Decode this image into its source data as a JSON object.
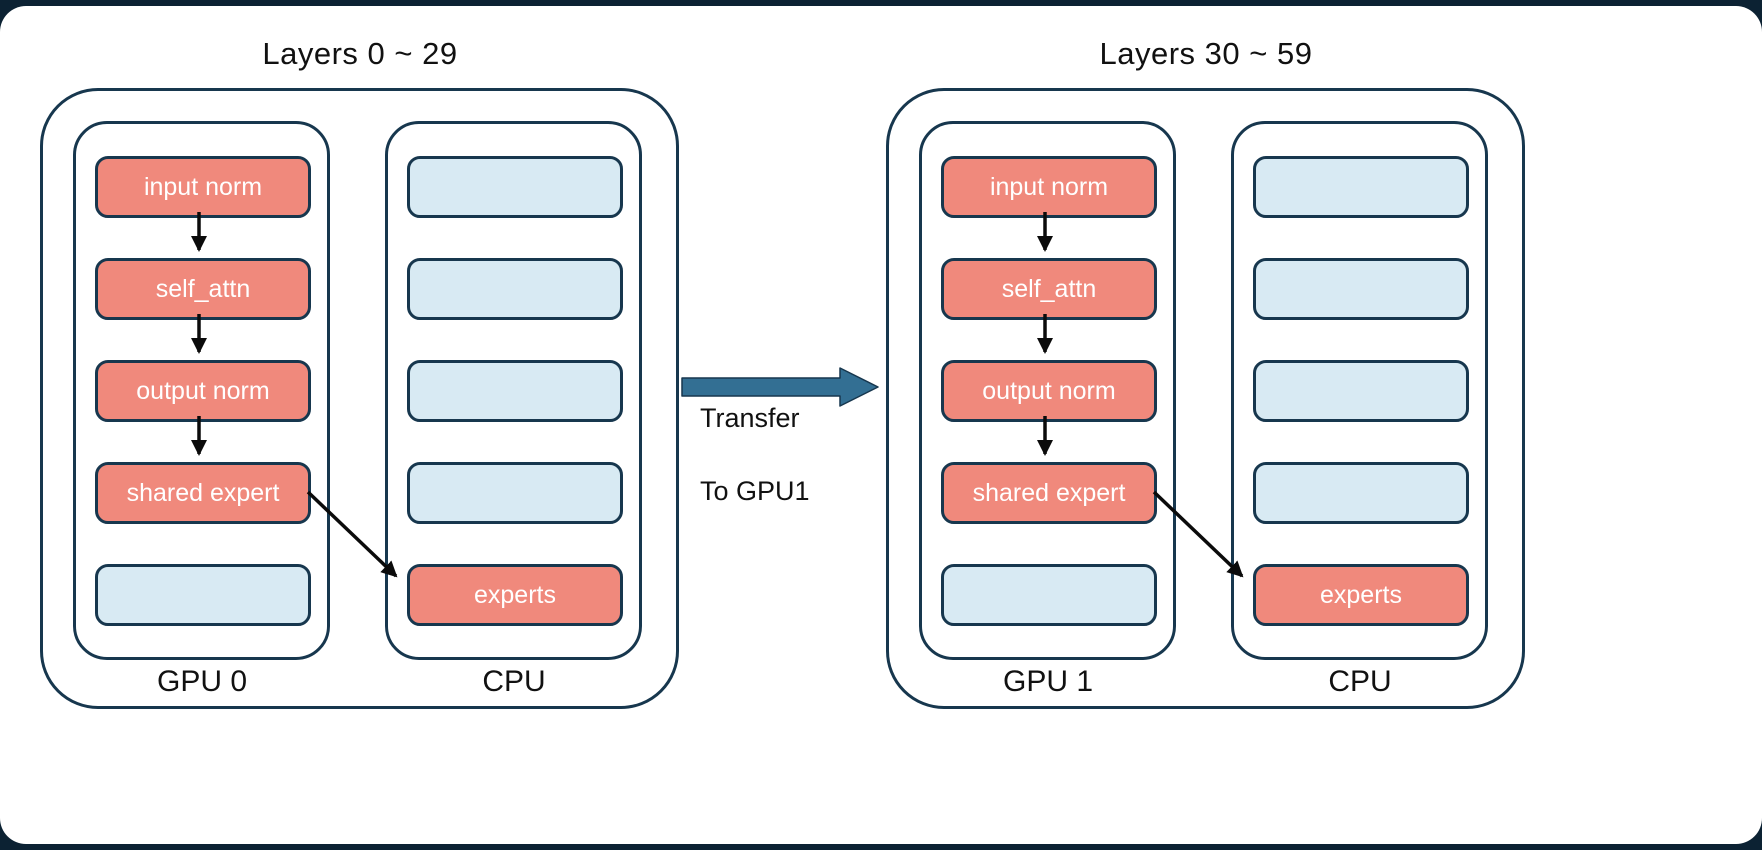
{
  "diagram": {
    "groups": [
      {
        "title": "Layers 0 ~ 29",
        "gpu_label": "GPU 0",
        "cpu_label": "CPU",
        "gpu_boxes": [
          "input norm",
          "self_attn",
          "output norm",
          "shared expert",
          ""
        ],
        "cpu_boxes": [
          "",
          "",
          "",
          "",
          "experts"
        ]
      },
      {
        "title": "Layers 30 ~ 59",
        "gpu_label": "GPU 1",
        "cpu_label": "CPU",
        "gpu_boxes": [
          "input norm",
          "self_attn",
          "output norm",
          "shared expert",
          ""
        ],
        "cpu_boxes": [
          "",
          "",
          "",
          "",
          "experts"
        ]
      }
    ],
    "transfer": {
      "line1": "Transfer",
      "line2": "To GPU1"
    },
    "colors": {
      "module_fill": "#F0897C",
      "empty_fill": "#D8EAF3",
      "outline": "#17374E",
      "arrow_fill": "#336F93",
      "arrow_black": "#0B0B0B",
      "text_dark": "#111111",
      "text_light": "#FFFFFF",
      "page_bg": "#0C2233",
      "card_bg": "#FFFFFF"
    }
  }
}
